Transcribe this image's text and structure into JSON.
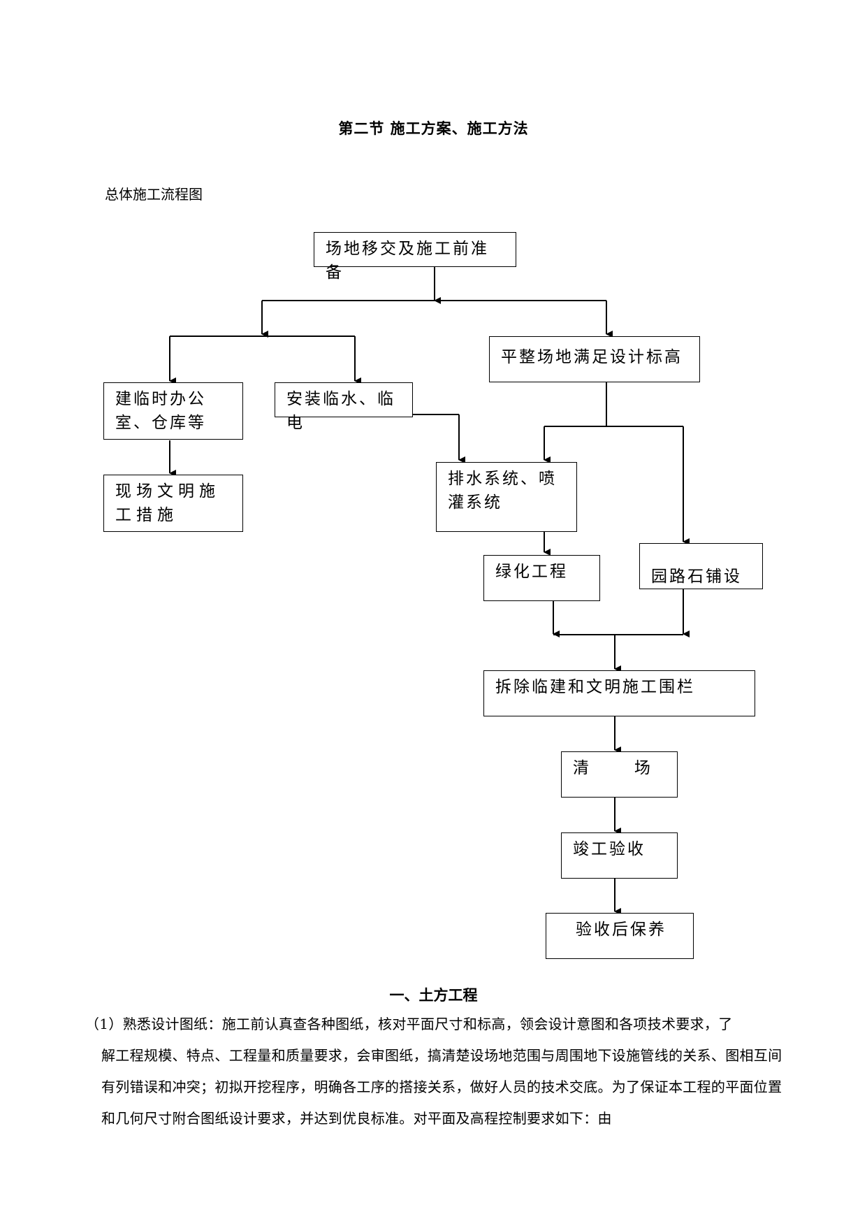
{
  "heading": "第二节  施工方案、施工方法",
  "subtitle": "总体施工流程图",
  "flowchart": {
    "nodes": {
      "n1": "场地移交及施工前准备",
      "n2": "平整场地满足设计标高",
      "n3": "建临时办公室、仓库等",
      "n4": "安装临水、临电",
      "n5": "现场文明施工措施",
      "n6": "排水系统、喷灌系统",
      "n7": "绿化工程",
      "n8": "园路石铺设",
      "n9": "拆除临建和文明施工围栏",
      "n10": "清      场",
      "n11": "竣工验收",
      "n12": "验收后保养"
    }
  },
  "section": {
    "title": "一、土方工程",
    "first_line": "（1）熟悉设计图纸：施工前认真查各种图纸，核对平面尺寸和标高，领会设计意图和各项技术要求，了",
    "rest": "解工程规模、特点、工程量和质量要求，会审图纸，搞清楚设场地范围与周围地下设施管线的关系、图相互间有列错误和冲突；初拟开挖程序，明确各工序的搭接关系，做好人员的技术交底。为了保证本工程的平面位置和几何尺寸附合图纸设计要求，并达到优良标准。对平面及高程控制要求如下：由"
  }
}
